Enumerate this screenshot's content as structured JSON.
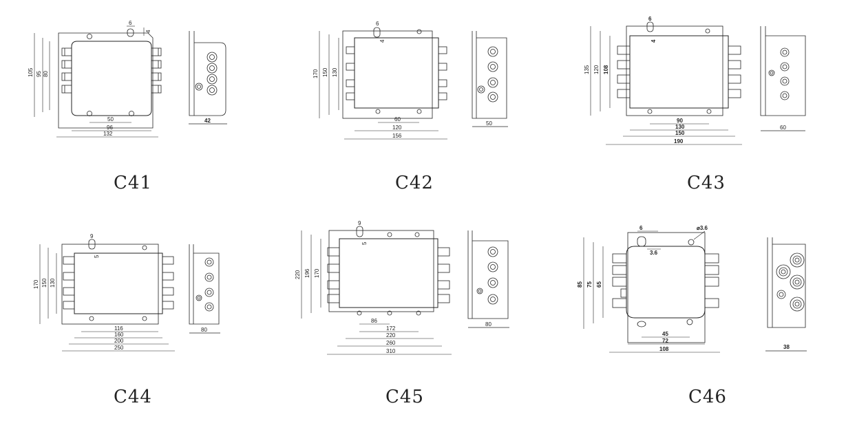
{
  "drawings": [
    {
      "id": "C41",
      "caption": "C41",
      "dims": {
        "h_outer": "105",
        "h_mid": "95",
        "h_inner": "80",
        "w1": "50",
        "w2": "96",
        "w3": "132",
        "side_w": "42",
        "slot_w": "6",
        "slot_h": "4"
      }
    },
    {
      "id": "C42",
      "caption": "C42",
      "dims": {
        "h_outer": "170",
        "h_mid": "150",
        "h_inner": "130",
        "w1": "60",
        "w2": "120",
        "w3": "156",
        "side_w": "50",
        "slot_w": "6",
        "slot_h": "4"
      }
    },
    {
      "id": "C43",
      "caption": "C43",
      "dims": {
        "h_outer": "135",
        "h_mid": "120",
        "h_inner": "108",
        "w1": "90",
        "w2": "130",
        "w3": "150",
        "w4": "190",
        "side_w": "60",
        "slot_w": "6",
        "slot_h": "4"
      }
    },
    {
      "id": "C44",
      "caption": "C44",
      "dims": {
        "h_outer": "170",
        "h_mid": "150",
        "h_inner": "130",
        "w1": "116",
        "w2": "160",
        "w3": "200",
        "w4": "250",
        "side_w": "80",
        "slot_w": "9",
        "slot_h": "5"
      }
    },
    {
      "id": "C45",
      "caption": "C45",
      "dims": {
        "h_outer": "220",
        "h_mid": "196",
        "h_inner": "170",
        "w1": "86",
        "w2": "172",
        "w3": "220",
        "w4": "260",
        "w5": "310",
        "side_w": "80",
        "slot_w": "9",
        "slot_h": "5"
      }
    },
    {
      "id": "C46",
      "caption": "C46",
      "dims": {
        "h_outer": "85",
        "h_mid": "75",
        "h_inner": "65",
        "w1": "45",
        "w2": "72",
        "w3": "108",
        "side_w": "38",
        "slot_w": "6",
        "slot_h": "3.6",
        "hole_d": "⌀3.6"
      }
    }
  ]
}
